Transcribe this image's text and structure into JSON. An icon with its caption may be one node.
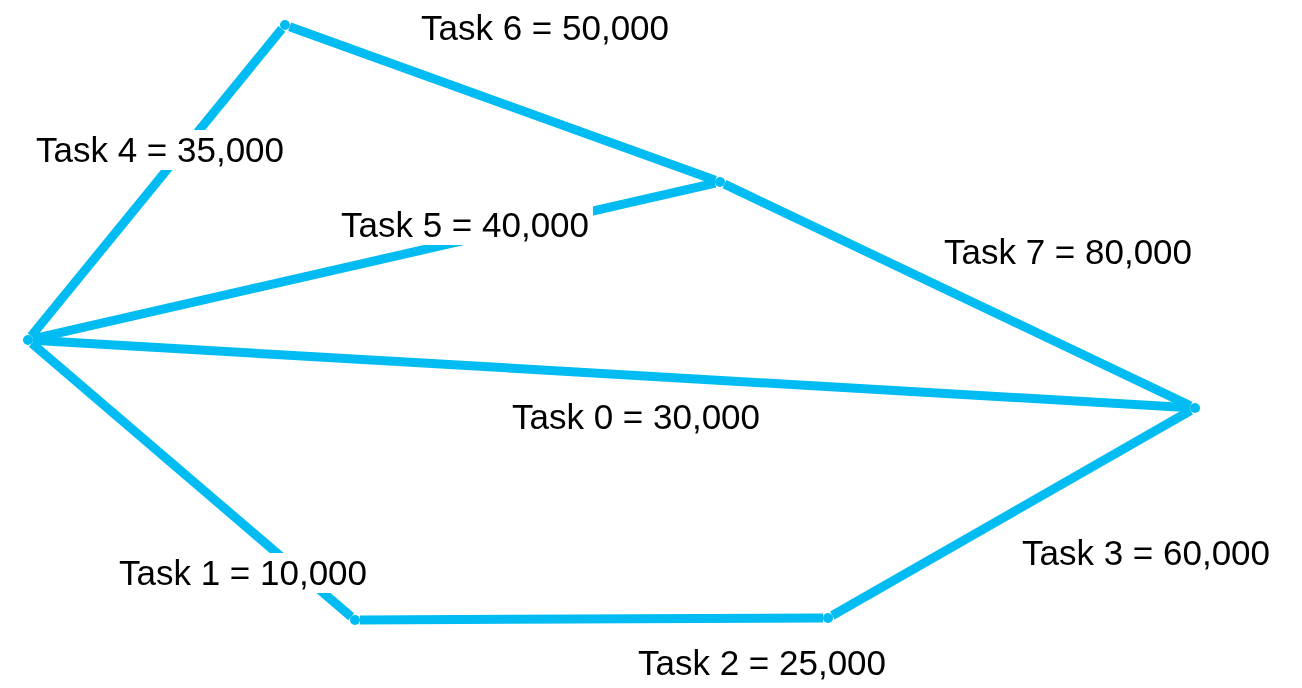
{
  "diagram": {
    "nodes": [
      {
        "text": [],
        "shape": "point"
      },
      {
        "text": [],
        "shape": "point"
      },
      {
        "text": [],
        "shape": "point"
      },
      {
        "text": [],
        "shape": "point"
      },
      {
        "text": [],
        "shape": "point"
      },
      {
        "text": [],
        "shape": "point"
      }
    ],
    "edges": [
      {
        "from": 0,
        "to": 1,
        "arrow": "none",
        "label": "Task 6 = 50,000"
      },
      {
        "from": 2,
        "to": 0,
        "arrow": "none",
        "label": "Task 4 = 35,000"
      },
      {
        "from": 2,
        "to": 1,
        "arrow": "none",
        "label": "Task 5 = 40,000"
      },
      {
        "from": 1,
        "to": 3,
        "arrow": "none",
        "label": "Task 7 = 80,000"
      },
      {
        "from": 2,
        "to": 3,
        "arrow": "none",
        "label": "Task 0 = 30,000"
      },
      {
        "from": 2,
        "to": 4,
        "arrow": "none",
        "label": "Task 1 = 10,000"
      },
      {
        "from": 5,
        "to": 3,
        "arrow": "none",
        "label": "Task 3 = 60,000"
      },
      {
        "from": 4,
        "to": 5,
        "arrow": "none",
        "label": "Task 2 = 25,000"
      }
    ]
  }
}
